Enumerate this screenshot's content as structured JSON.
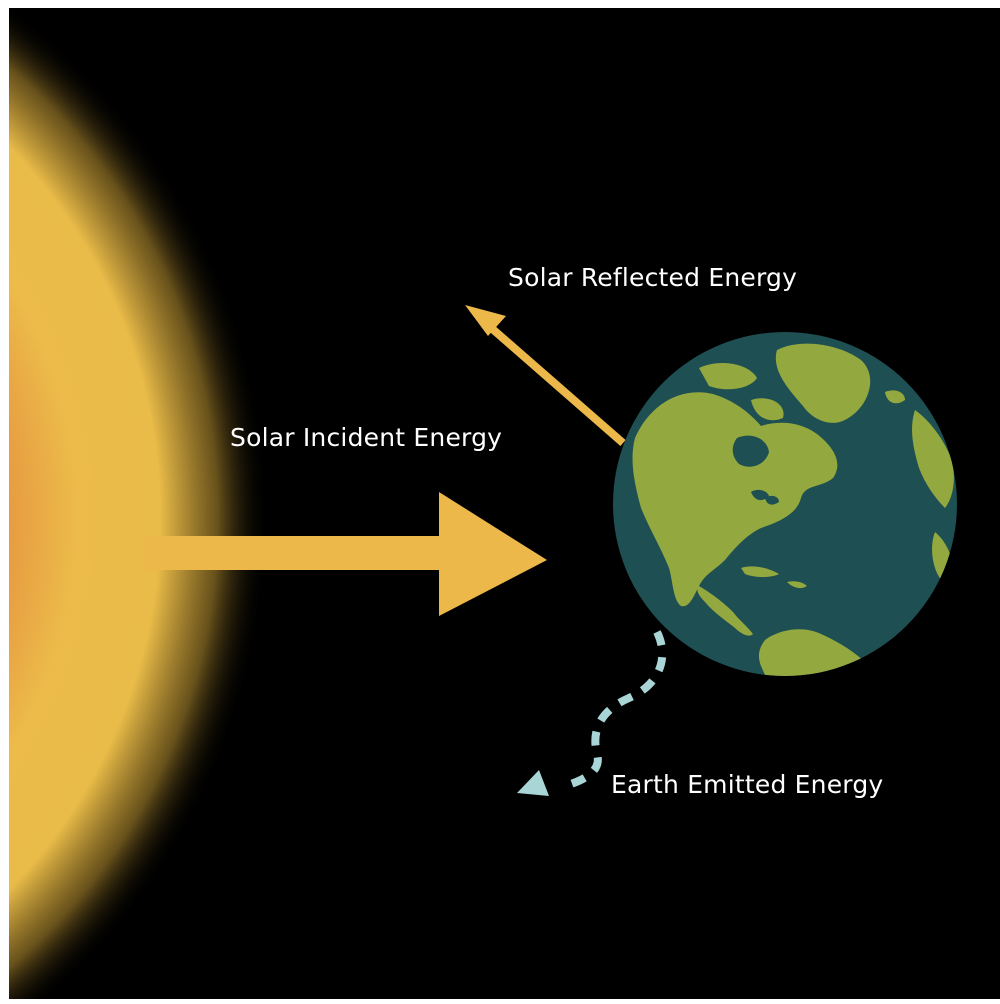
{
  "labels": {
    "reflected": "Solar Reflected Energy",
    "incident": "Solar Incident Energy",
    "emitted": "Earth Emitted Energy"
  },
  "colors": {
    "background": "#000000",
    "sun_core": "#e8883c",
    "sun_glow": "#f2c24a",
    "solar_arrow": "#edb84a",
    "emitted_arrow": "#a9d5d6",
    "ocean": "#1e4f52",
    "land": "#93a83f",
    "label_text": "#ffffff"
  },
  "icons": {
    "sun": "sun-glow",
    "earth": "earth-globe-americas"
  }
}
